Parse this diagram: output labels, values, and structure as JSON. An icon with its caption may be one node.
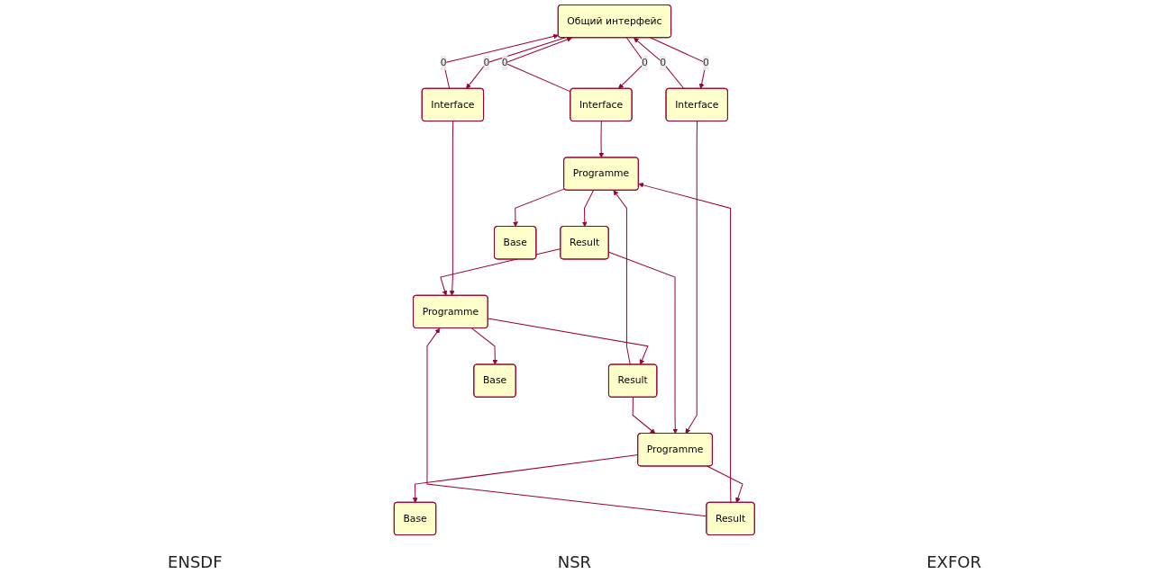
{
  "diagram": {
    "nodes": [
      {
        "text": [
          "Общий интерфейс"
        ]
      },
      {
        "text": [
          "Result"
        ]
      },
      {
        "text": [
          "Interface"
        ]
      },
      {
        "text": [
          "Result"
        ]
      },
      {
        "text": [
          "Interface"
        ]
      },
      {
        "text": [
          "Result"
        ]
      },
      {
        "text": [
          "Interface"
        ]
      },
      {
        "text": [
          "Programme"
        ]
      },
      {
        "text": [
          "Programme"
        ]
      },
      {
        "text": [
          "Programme"
        ]
      },
      {
        "text": [
          "Base"
        ]
      },
      {
        "text": [
          "Base"
        ]
      },
      {
        "text": [
          "Base"
        ]
      }
    ],
    "edges": [
      {
        "from": 2,
        "to": 0,
        "arrow": "to",
        "label": "0"
      },
      {
        "from": 0,
        "to": 2,
        "arrow": "to",
        "label": "0"
      },
      {
        "from": 4,
        "to": 0,
        "arrow": "to",
        "label": "0"
      },
      {
        "from": 0,
        "to": 4,
        "arrow": "to",
        "label": "0"
      },
      {
        "from": 0,
        "to": 6,
        "arrow": "to",
        "label": "0"
      },
      {
        "from": 6,
        "to": 0,
        "arrow": "to",
        "label": "0"
      },
      {
        "from": 2,
        "to": 7,
        "arrow": "to"
      },
      {
        "from": 4,
        "to": 8,
        "arrow": "to"
      },
      {
        "from": 6,
        "to": 9,
        "arrow": "to"
      },
      {
        "from": 7,
        "to": 1,
        "arrow": "to"
      },
      {
        "from": 8,
        "to": 3,
        "arrow": "to"
      },
      {
        "from": 9,
        "to": 5,
        "arrow": "to"
      },
      {
        "from": 7,
        "to": 10,
        "arrow": "to"
      },
      {
        "from": 8,
        "to": 11,
        "arrow": "to"
      },
      {
        "from": 9,
        "to": 12,
        "arrow": "to"
      },
      {
        "from": 1,
        "to": 9,
        "arrow": "to"
      },
      {
        "from": 1,
        "to": 8,
        "arrow": "to"
      },
      {
        "from": 3,
        "to": 7,
        "arrow": "to"
      },
      {
        "from": 3,
        "to": 9,
        "arrow": "to"
      },
      {
        "from": 5,
        "to": 7,
        "arrow": "to"
      },
      {
        "from": 5,
        "to": 8,
        "arrow": "to"
      }
    ],
    "labels": [
      "ENSDF",
      "NSR",
      "EXFOR"
    ]
  }
}
